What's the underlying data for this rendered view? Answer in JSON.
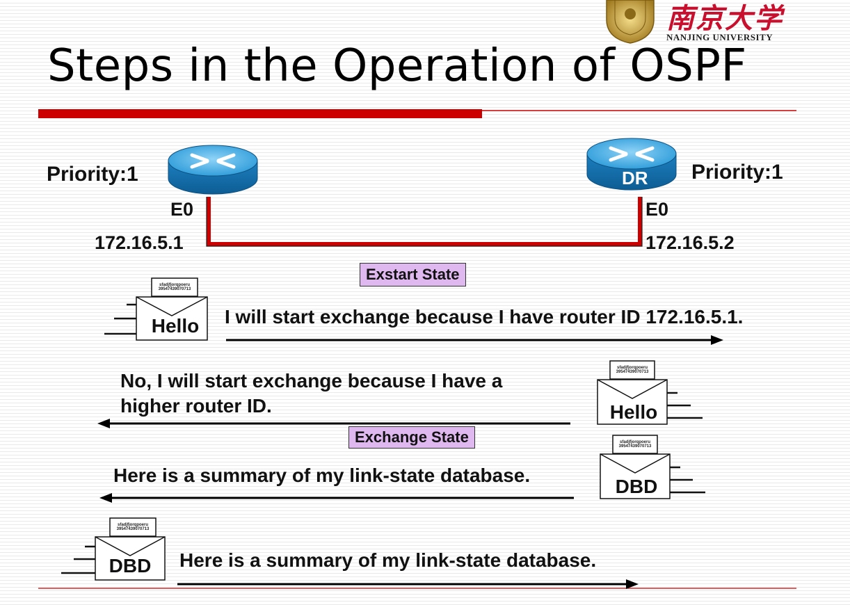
{
  "slide": {
    "title": "Steps in the Operation of OSPF",
    "university_cn": "南京大学",
    "university_en": "NANJING UNIVERSITY"
  },
  "routers": {
    "left": {
      "priority": "Priority:1",
      "interface": "E0",
      "ip": "172.16.5.1"
    },
    "right": {
      "priority": "Priority:1",
      "interface": "E0",
      "ip": "172.16.5.2",
      "role": "DR"
    }
  },
  "states": {
    "exstart": "Exstart State",
    "exchange": "Exchange State"
  },
  "envelope_tag": {
    "line1": "sfadjfjorqpoeru",
    "line2": "39547439070713"
  },
  "messages": {
    "m1": {
      "packet": "Hello",
      "text": "I will start exchange because I have router ID 172.16.5.1."
    },
    "m2": {
      "packet": "Hello",
      "text_line1": "No, I will start exchange because I have a",
      "text_line2": "higher router ID."
    },
    "m3": {
      "packet": "DBD",
      "text": "Here is a summary of my link-state database."
    },
    "m4": {
      "packet": "DBD",
      "text": "Here is a summary of my link-state database."
    }
  },
  "colors": {
    "link": "#cc0000",
    "title_bar": "#cc0000",
    "router_body": "#1a8fcf",
    "state_box": "#e0b8f0"
  }
}
